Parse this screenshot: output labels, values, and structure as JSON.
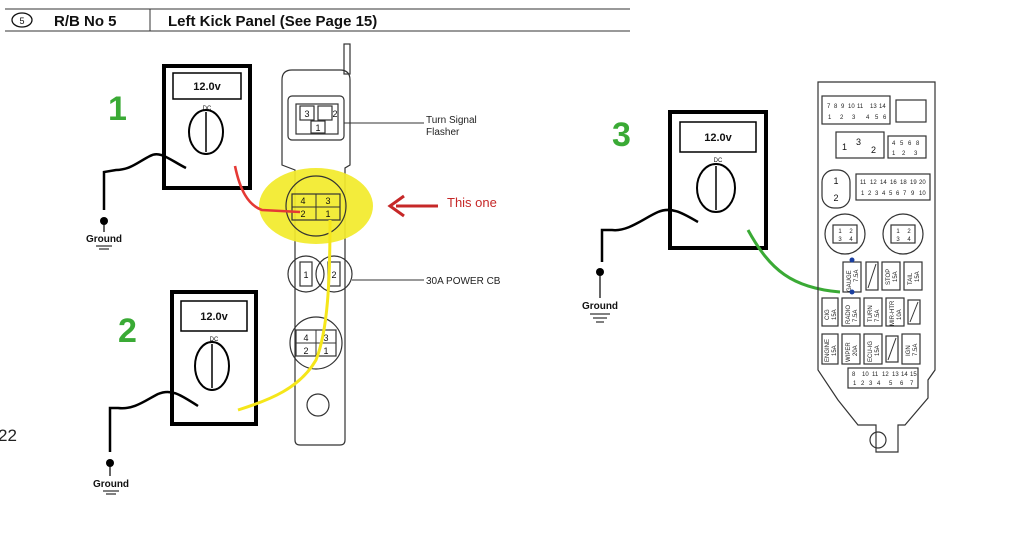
{
  "header": {
    "section_number": "5",
    "block": "R/B  No 5",
    "title": "Left Kick Panel (See Page 15)"
  },
  "relay_block": {
    "flasher_label_line1": "Turn Signal",
    "flasher_label_line2": "Flasher",
    "cb_label": "30A POWER CB",
    "upper_pins": [
      "3",
      "2",
      "1"
    ],
    "mid_pins": [
      "4",
      "3",
      "2",
      "1"
    ],
    "round_pins": [
      "1",
      "2"
    ],
    "lower_pins": [
      "4",
      "3",
      "2",
      "1"
    ]
  },
  "callout": {
    "text": "This one",
    "color": "#c62828"
  },
  "meters": [
    {
      "step": "1",
      "reading": "12.0v",
      "mode": "DC",
      "ground_label": "Ground"
    },
    {
      "step": "2",
      "reading": "12.0v",
      "mode": "DC",
      "ground_label": "Ground"
    },
    {
      "step": "3",
      "reading": "12.0v",
      "mode": "DC",
      "ground_label": "Ground"
    }
  ],
  "probe_colors": {
    "step1": "#e53935",
    "step2": "#f5e61a",
    "step3": "#3aaa35",
    "highlight": "#f2ea2a"
  },
  "side_number": "22",
  "fuse_box": {
    "top_row": [
      "7",
      "8",
      "9",
      "10",
      "11",
      "13",
      "14",
      "1",
      "2",
      "3",
      "4",
      "5",
      "6"
    ],
    "relay_pins": [
      "1",
      "3",
      "2"
    ],
    "small_pins": [
      "4",
      "5",
      "6",
      "8",
      "1",
      "2",
      "3"
    ],
    "round_connector": [
      "1",
      "2"
    ],
    "mid_row": [
      "11",
      "12",
      "14",
      "16",
      "18",
      "19",
      "20",
      "1",
      "2",
      "3",
      "4",
      "5",
      "6",
      "7",
      "9",
      "10"
    ],
    "round_a": [
      "1",
      "2",
      "3",
      "4"
    ],
    "round_b": [
      "1",
      "2",
      "3",
      "4"
    ],
    "fuses": [
      {
        "name": "GAUGE",
        "amps": "7.5A"
      },
      {
        "name": "STOP",
        "amps": "15A"
      },
      {
        "name": "TAIL",
        "amps": "15A"
      },
      {
        "name": "CIG",
        "amps": "15A"
      },
      {
        "name": "RADIO",
        "amps": "7.5A"
      },
      {
        "name": "TURN",
        "amps": "7.5A"
      },
      {
        "name": "MIR-HTR",
        "amps": "10A"
      },
      {
        "name": "ENGINE",
        "amps": "15A"
      },
      {
        "name": "WIPER",
        "amps": "20A"
      },
      {
        "name": "ECU-IG",
        "amps": "15A"
      },
      {
        "name": "IGN",
        "amps": "7.5A"
      }
    ],
    "bottom_row": [
      "8",
      "10",
      "11",
      "12",
      "13",
      "14",
      "15",
      "1",
      "2",
      "3",
      "4",
      "5",
      "6",
      "7"
    ]
  }
}
